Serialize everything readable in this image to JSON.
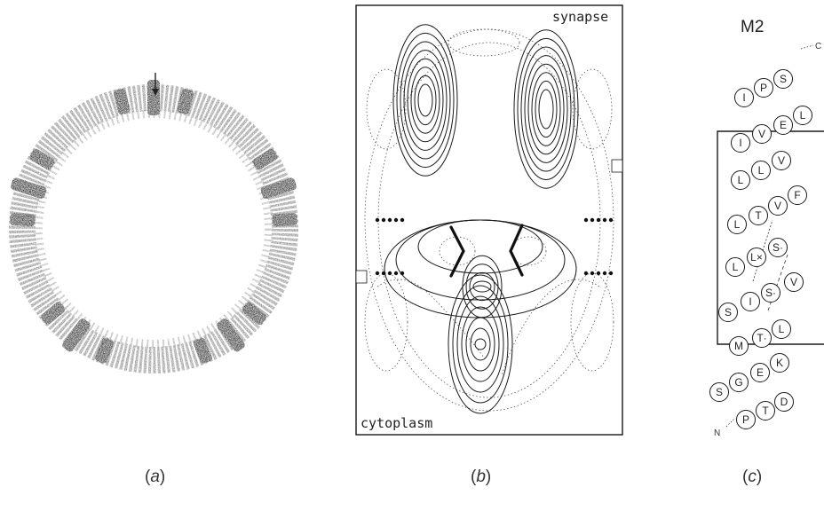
{
  "panels": {
    "a": {
      "caption_letter": "a"
    },
    "b": {
      "caption_letter": "b",
      "top_label": "synapse",
      "bottom_label": "cytoplasm"
    },
    "c": {
      "caption_letter": "c",
      "title": "M2",
      "n_terminus": "N",
      "c_terminus": "C",
      "residues": [
        "P",
        "T",
        "D",
        "S",
        "G",
        "E",
        "K",
        "M",
        "T·",
        "L",
        "S",
        "I",
        "S·",
        "V",
        "L",
        "L×",
        "S·",
        "L",
        "T",
        "V",
        "F",
        "L",
        "L",
        "V",
        "I",
        "V",
        "E",
        "L",
        "I",
        "P",
        "S"
      ]
    }
  },
  "colors": {
    "ink": "#1a1a1a",
    "stain": "#3a3a3a",
    "contour": "#1a1a1a"
  }
}
